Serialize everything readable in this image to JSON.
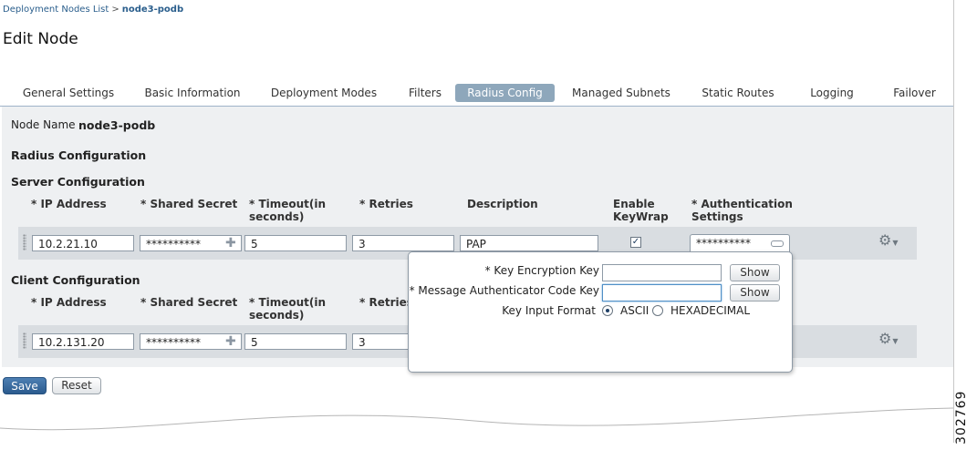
{
  "breadcrumb": {
    "parent": "Deployment Nodes List",
    "separator": ">",
    "current": "node3-podb"
  },
  "page_title": "Edit Node",
  "tabs": [
    {
      "label": "General Settings",
      "active": false
    },
    {
      "label": "Basic Information",
      "active": false
    },
    {
      "label": "Deployment Modes",
      "active": false
    },
    {
      "label": "Filters",
      "active": false
    },
    {
      "label": "Radius Config",
      "active": true
    },
    {
      "label": "Managed Subnets",
      "active": false
    },
    {
      "label": "Static Routes",
      "active": false
    },
    {
      "label": "Logging",
      "active": false
    },
    {
      "label": "Failover",
      "active": false
    }
  ],
  "node": {
    "label": "Node Name",
    "value": "node3-podb"
  },
  "radius_heading": "Radius Configuration",
  "server": {
    "heading": "Server Configuration",
    "columns": {
      "ip": "* IP Address",
      "secret": "* Shared Secret",
      "timeout": "* Timeout(in seconds)",
      "retries": "* Retries",
      "description": "Description",
      "keywrap": "Enable KeyWrap",
      "auth": "* Authentication Settings"
    },
    "row": {
      "ip": "10.2.21.10",
      "secret": "**********",
      "timeout": "5",
      "retries": "3",
      "description": "PAP",
      "keywrap_checked": true,
      "keywrap_mark": "✓",
      "auth": "**********"
    }
  },
  "client": {
    "heading": "Client Configuration",
    "columns": {
      "ip": "* IP Address",
      "secret": "* Shared Secret",
      "timeout": "* Timeout(in seconds)",
      "retries": "* Retries"
    },
    "row": {
      "ip": "10.2.131.20",
      "secret": "**********",
      "timeout": "5",
      "retries": "3"
    }
  },
  "popup": {
    "key_encryption_label": "*  Key Encryption Key",
    "mac_key_label": "*  Message Authenticator Code Key",
    "key_encryption_value": "",
    "mac_key_value": "",
    "show_label": "Show",
    "input_format_label": "Key Input Format",
    "options": [
      "ASCII",
      "HEXADECIMAL"
    ],
    "selected": "ASCII"
  },
  "buttons": {
    "save": "Save",
    "reset": "Reset"
  },
  "figure_number": "302769",
  "icons": {
    "add": "plus-icon",
    "collapse": "minus-icon",
    "settings": "gear-icon"
  },
  "colors": {
    "active_tab": "#8ea7bb",
    "save_button": "#2b5b8e",
    "panel_bg": "#eef0f2",
    "row_bg": "#d9dde1"
  }
}
